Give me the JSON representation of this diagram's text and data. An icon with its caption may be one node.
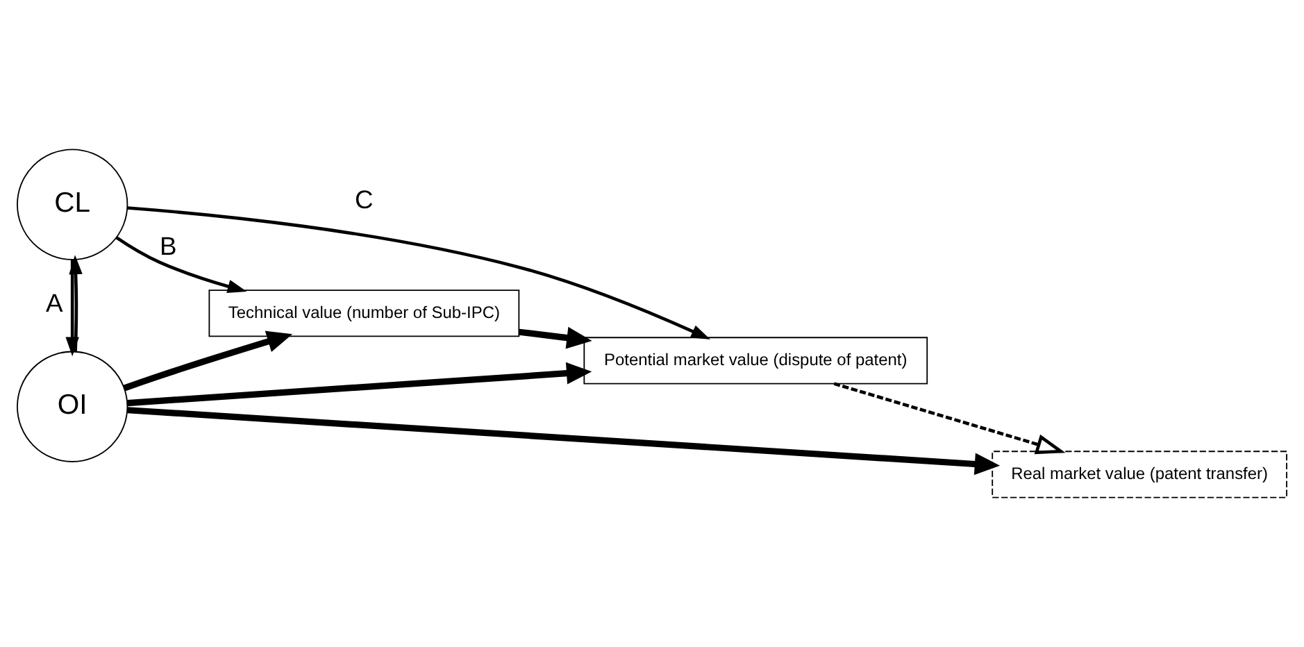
{
  "diagram": {
    "nodes": [
      {
        "text": [
          "OI"
        ]
      },
      {
        "text": [
          "CL"
        ]
      },
      {
        "text": [
          "Technical value (number of Sub-IPC)"
        ]
      },
      {
        "text": [
          "Potential market value (dispute of patent)"
        ]
      },
      {
        "text": [
          "Real market value (patent transfer)"
        ]
      }
    ],
    "edges": [
      {
        "from": 1,
        "to": 0,
        "arrow": "to",
        "label": "A"
      },
      {
        "from": 0,
        "to": 1,
        "arrow": "to"
      },
      {
        "from": 0,
        "to": 2,
        "arrow": "to",
        "style": "thick"
      },
      {
        "from": 0,
        "to": 3,
        "arrow": "to",
        "style": "thick"
      },
      {
        "from": 0,
        "to": 4,
        "arrow": "to",
        "style": "thick"
      },
      {
        "from": 1,
        "to": 2,
        "arrow": "to",
        "label": "B"
      },
      {
        "from": 2,
        "to": 3,
        "arrow": "to",
        "style": "thick"
      },
      {
        "from": 3,
        "to": 4,
        "arrow": "to",
        "style": "dashed"
      },
      {
        "from": 1,
        "to": 3,
        "arrow": "to",
        "label": "C"
      }
    ]
  }
}
